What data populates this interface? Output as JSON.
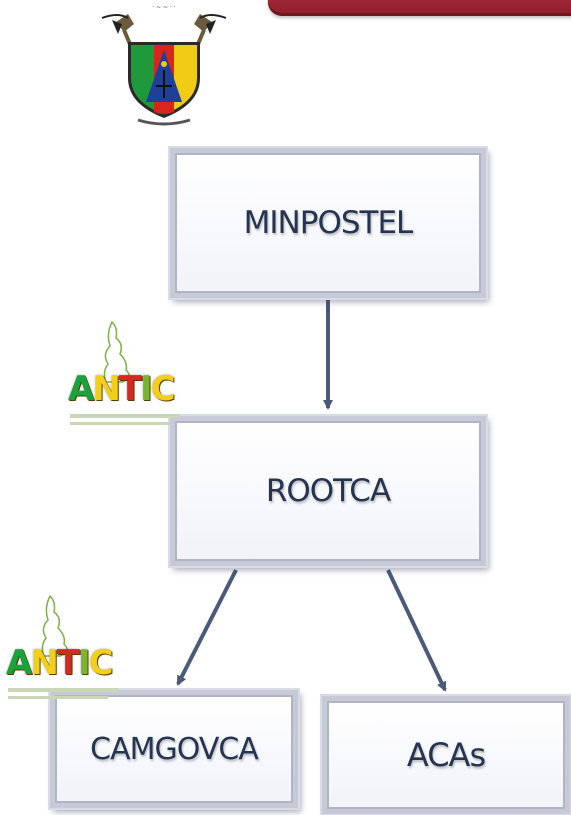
{
  "diagram": {
    "nodes": {
      "minpostel": "MINPOSTEL",
      "rootca": "ROOTCA",
      "camgovca": "CAMGOVCA",
      "acas": "ACAs"
    },
    "edges": [
      {
        "from": "MINPOSTEL",
        "to": "ROOTCA"
      },
      {
        "from": "ROOTCA",
        "to": "CAMGOVCA"
      },
      {
        "from": "ROOTCA",
        "to": "ACAs"
      }
    ]
  },
  "logos": {
    "antic": "ANTIC"
  },
  "colors": {
    "node_text": "#253551",
    "arrow": "#4a5a78",
    "banner": "#a52a36"
  }
}
